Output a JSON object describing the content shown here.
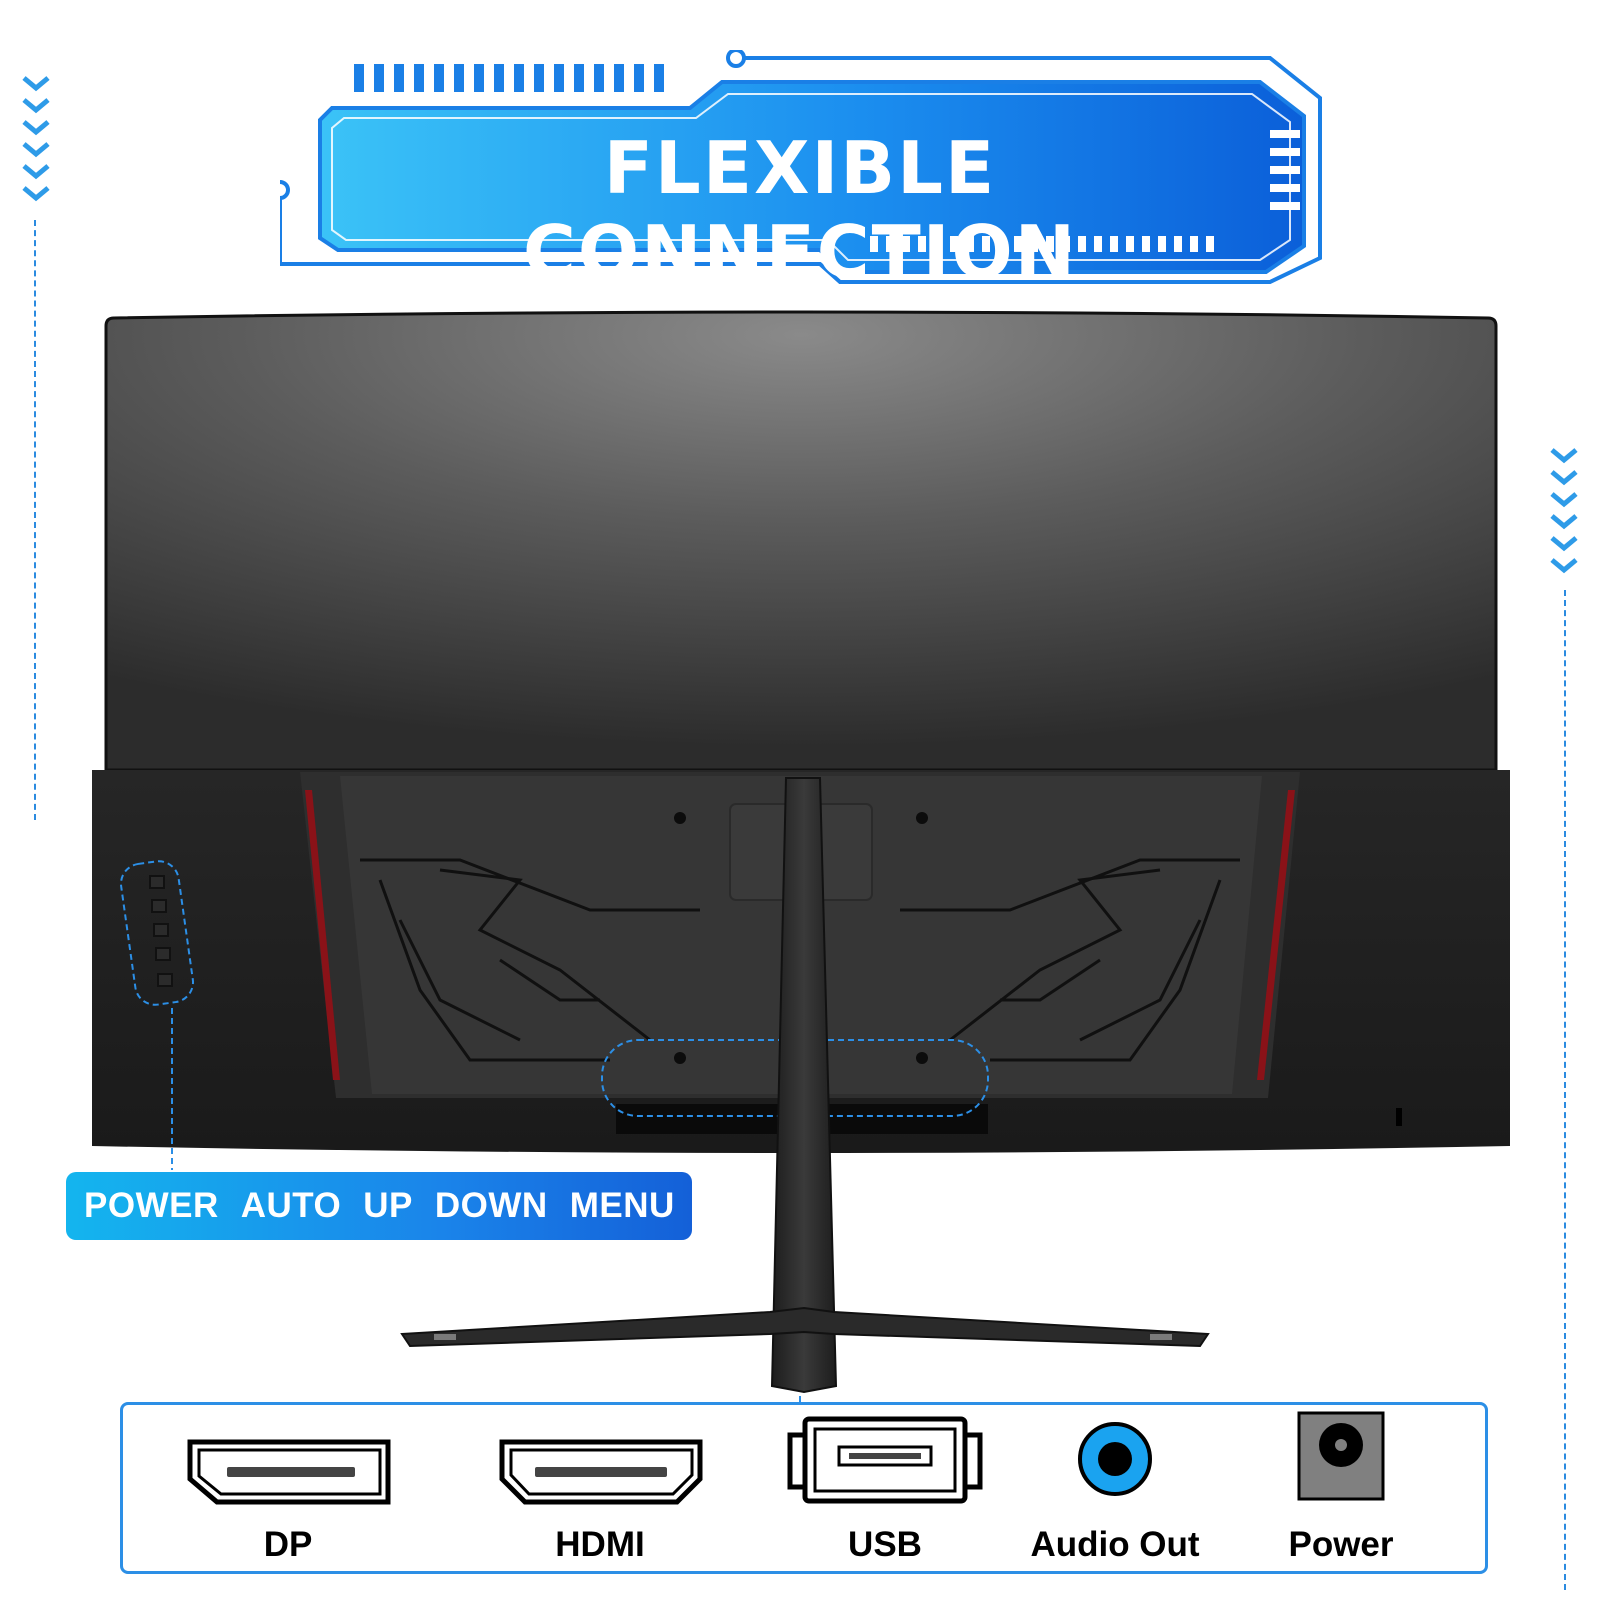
{
  "banner": {
    "title": "FLEXIBLE CONNECTION"
  },
  "buttons": {
    "labels": [
      "POWER",
      "AUTO",
      "UP",
      "DOWN",
      "MENU"
    ]
  },
  "ports": [
    {
      "label": "DP",
      "icon": "displayport-icon"
    },
    {
      "label": "HDMI",
      "icon": "hdmi-icon"
    },
    {
      "label": "USB",
      "icon": "usb-icon"
    },
    {
      "label": "Audio Out",
      "icon": "audio-jack-icon"
    },
    {
      "label": "Power",
      "icon": "power-jack-icon"
    }
  ],
  "colors": {
    "accent_blue": "#1a84ea",
    "light_blue": "#3bc0f5",
    "monitor_dark": "#1c1c1c",
    "accent_red": "#b0141a"
  }
}
